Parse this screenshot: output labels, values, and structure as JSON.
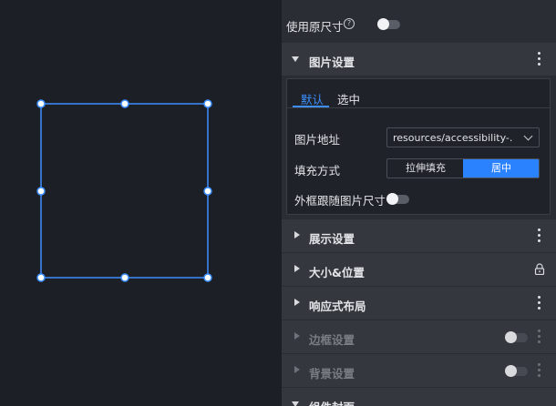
{
  "header": {
    "use_original_size_label": "使用原尺寸",
    "help_icon_glyph": "?"
  },
  "image_settings": {
    "title": "图片设置",
    "tabs": [
      {
        "label": "默认",
        "active": true
      },
      {
        "label": "选中",
        "active": false
      }
    ],
    "image_url_label": "图片地址",
    "image_url_value": "resources/accessibility-...",
    "fill_mode_label": "填充方式",
    "fill_mode_options": [
      "拉伸填充",
      "居中"
    ],
    "fill_mode_selected": "居中",
    "frame_follow_label": "外框跟随图片尺寸"
  },
  "sections": [
    {
      "title": "展示设置",
      "icon": "kebab-menu-icon",
      "enabled": true
    },
    {
      "title": "大小&位置",
      "icon": "lock-icon",
      "enabled": true
    },
    {
      "title": "响应式布局",
      "icon": "kebab-menu-icon",
      "enabled": true
    },
    {
      "title": "边框设置",
      "icon": "toggle-switch",
      "enabled": false
    },
    {
      "title": "背景设置",
      "icon": "toggle-switch",
      "enabled": false
    },
    {
      "title": "组件封面",
      "icon": "chevron-down-icon",
      "enabled": true
    }
  ],
  "colors": {
    "accent": "#2b82ff",
    "panel_bg": "#2a2d33",
    "canvas_bg": "#1c1f26",
    "section_bg": "#34373d"
  }
}
